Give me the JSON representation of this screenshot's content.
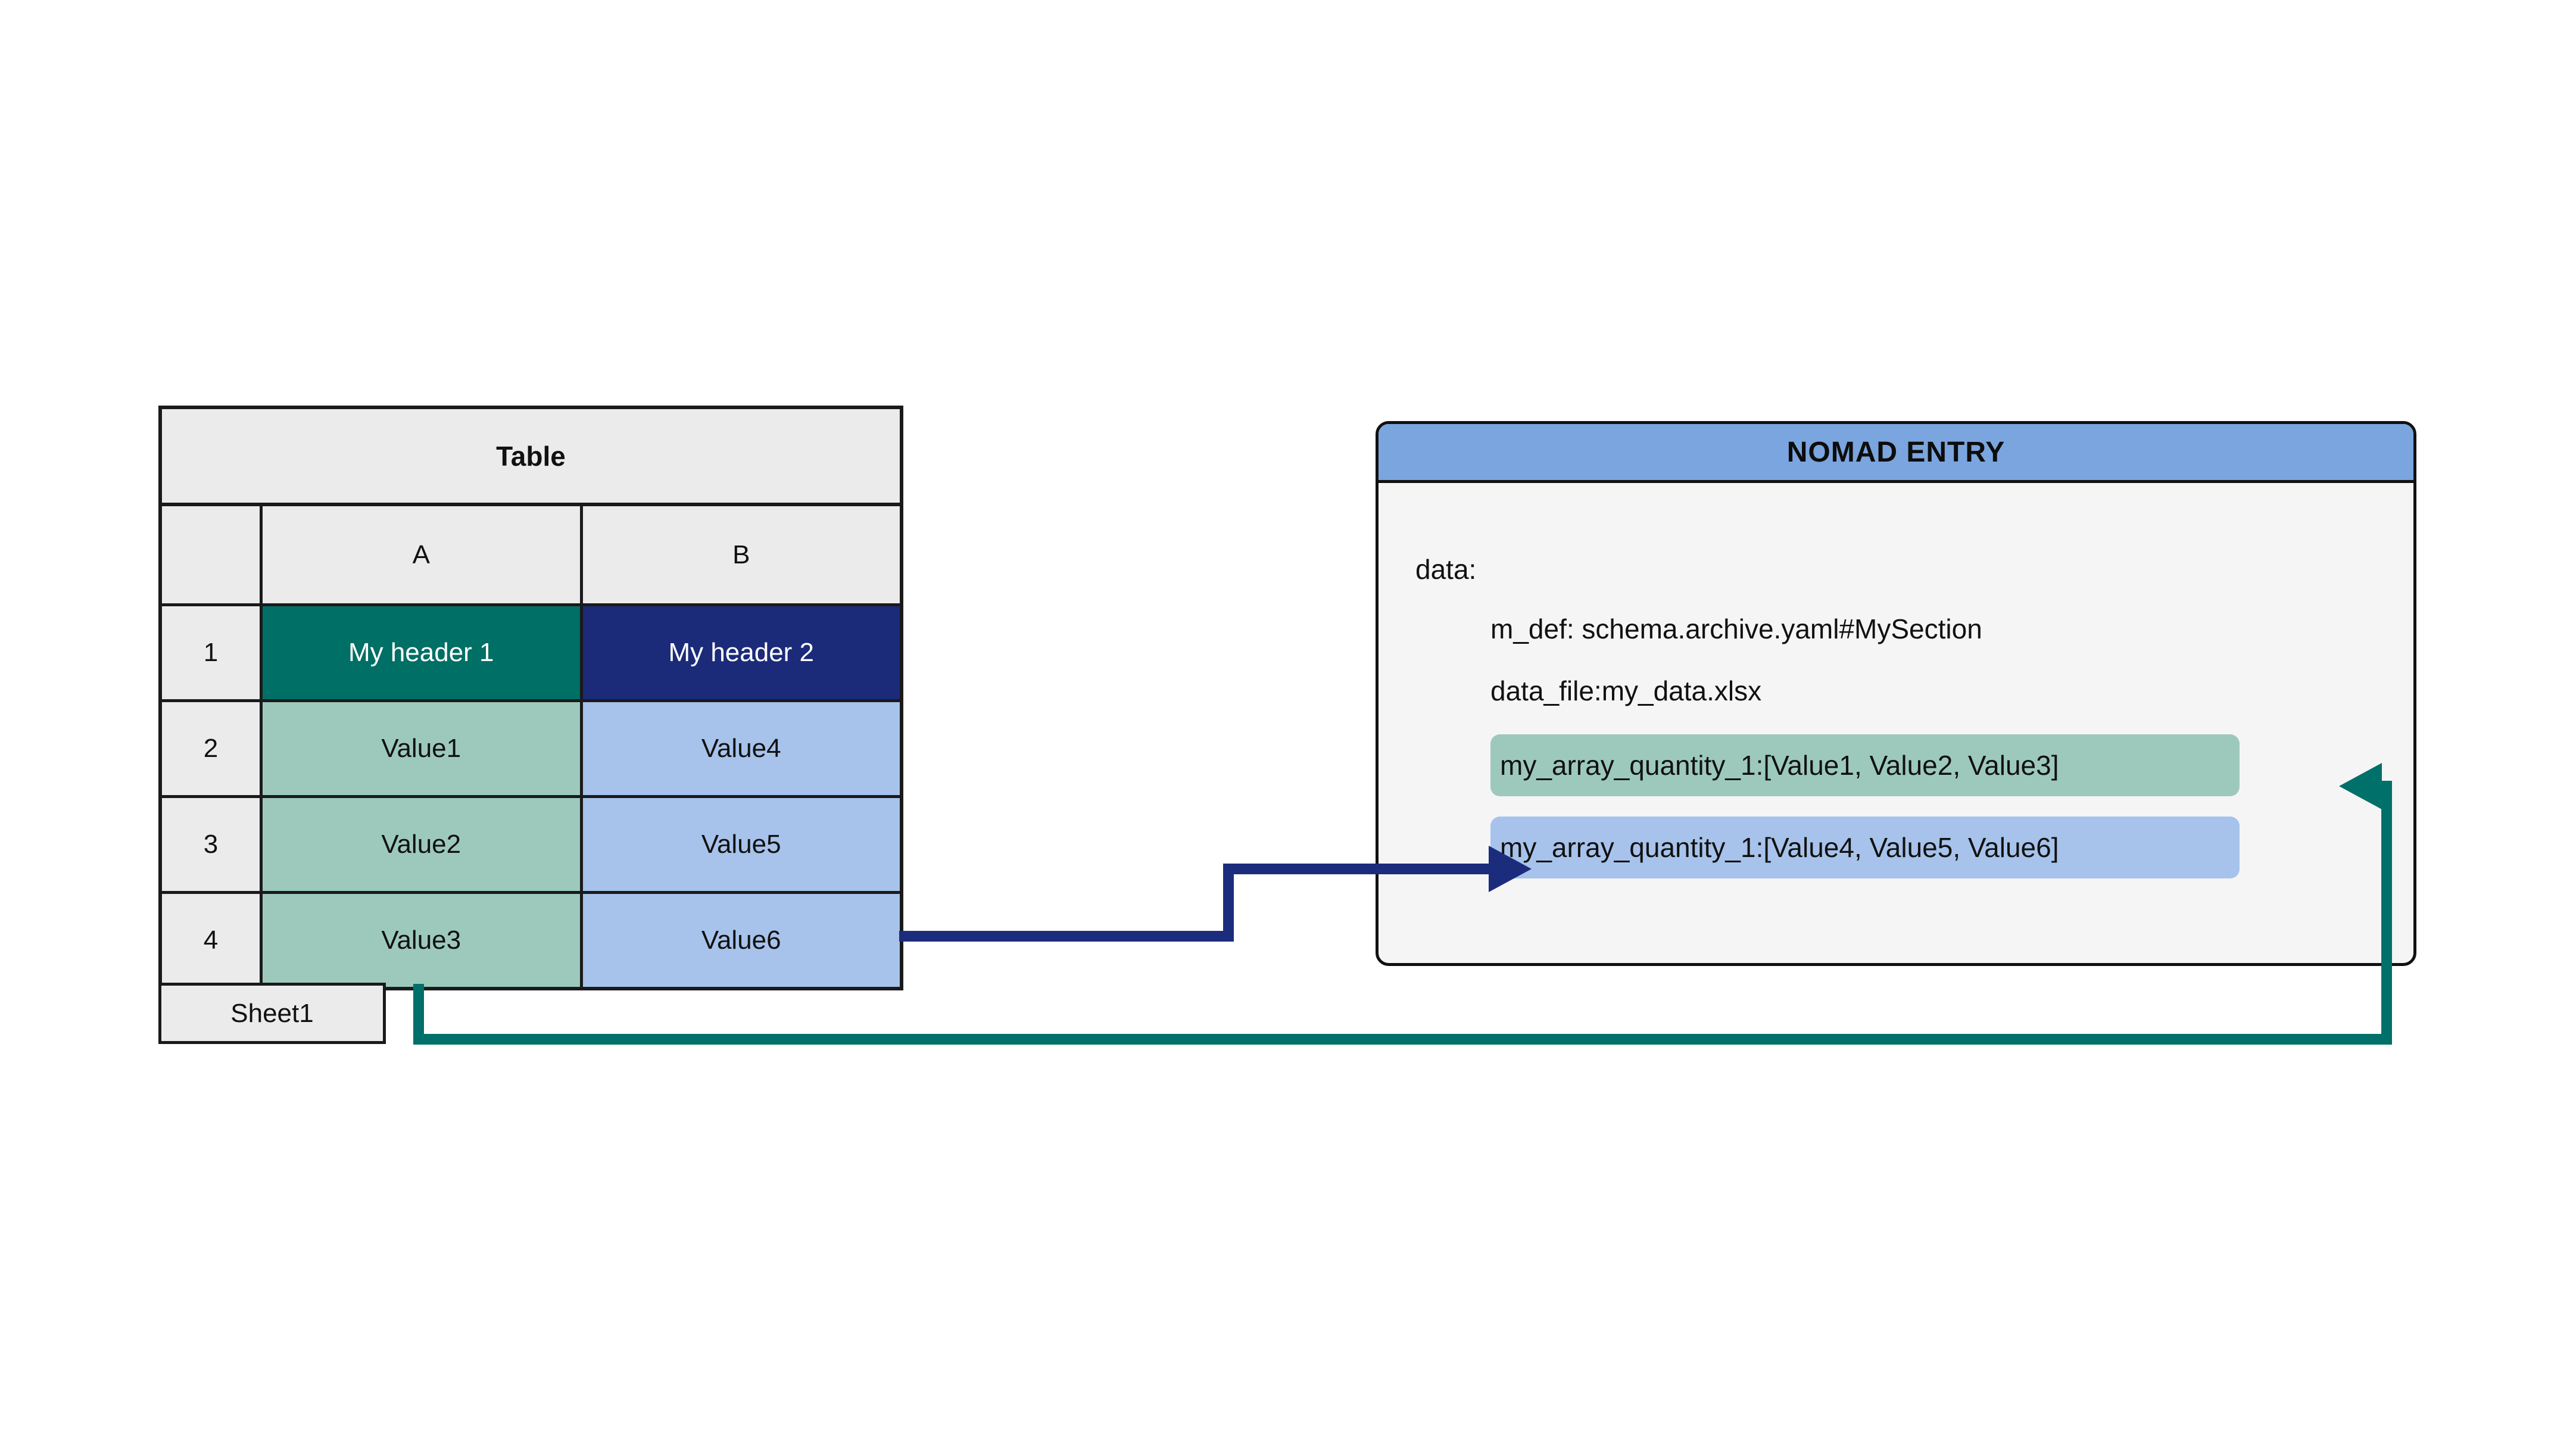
{
  "spreadsheet": {
    "title": "Table",
    "column_headers": [
      "A",
      "B"
    ],
    "row_numbers": [
      "1",
      "2",
      "3",
      "4"
    ],
    "rows": [
      {
        "number": "1",
        "a": "My header 1",
        "b": "My header 2",
        "kind": "header"
      },
      {
        "number": "2",
        "a": "Value1",
        "b": "Value4",
        "kind": "value"
      },
      {
        "number": "3",
        "a": "Value2",
        "b": "Value5",
        "kind": "value"
      },
      {
        "number": "4",
        "a": "Value3",
        "b": "Value6",
        "kind": "value"
      }
    ],
    "sheet_tab": "Sheet1",
    "colors": {
      "header_a": "#006f65",
      "header_b": "#1b2b7a",
      "value_a": "#9dc9bd",
      "value_b": "#a7c3eb",
      "grid_background": "#ebebeb",
      "border": "#1a1a1a"
    }
  },
  "nomad_panel": {
    "title": "NOMAD ENTRY",
    "lines": {
      "data": "data:",
      "m_def": "m_def: schema.archive.yaml#MySection",
      "data_file": "data_file:my_data.xlsx"
    },
    "chips": [
      {
        "text": "my_array_quantity_1:[Value1, Value2, Value3]",
        "color": "#9dc9bd"
      },
      {
        "text": "my_array_quantity_1:[Value4, Value5, Value6]",
        "color": "#a7c3eb"
      }
    ],
    "colors": {
      "titlebar": "#7ba5de",
      "body": "#f5f5f5",
      "border": "#111111"
    }
  },
  "connectors": [
    {
      "name": "column-b-to-blue-chip",
      "color": "#1c2c7d",
      "from": "spreadsheet column B (Value6 row)",
      "to": "my_array_quantity_1:[Value4, Value5, Value6]"
    },
    {
      "name": "column-a-to-green-chip",
      "color": "#00706a",
      "from": "spreadsheet column A (Value3 row)",
      "to": "my_array_quantity_1:[Value1, Value2, Value3]"
    }
  ]
}
